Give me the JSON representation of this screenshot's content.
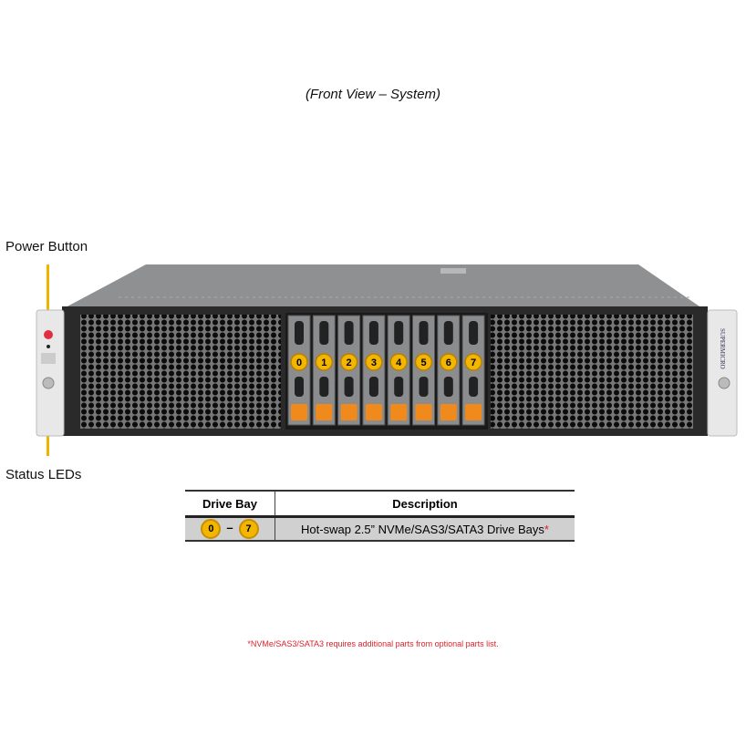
{
  "title": "(Front View – System)",
  "callouts": {
    "power_button": "Power Button",
    "status_leds": "Status LEDs"
  },
  "server": {
    "brand": "SUPERMICRO",
    "bay_labels": [
      "0",
      "1",
      "2",
      "3",
      "4",
      "5",
      "6",
      "7"
    ],
    "colors": {
      "badge": "#f2b600",
      "tab": "#f08a1c",
      "chassis": "#2a2a2a"
    }
  },
  "table": {
    "headers": [
      "Drive Bay",
      "Description"
    ],
    "rows": [
      {
        "bay_from": "0",
        "bay_sep": "–",
        "bay_to": "7",
        "description": "Hot-swap 2.5” NVMe/SAS3/SATA3 Drive Bays",
        "marker": "*"
      }
    ]
  },
  "footnote": "*NVMe/SAS3/SATA3 requires additional parts from optional parts list."
}
